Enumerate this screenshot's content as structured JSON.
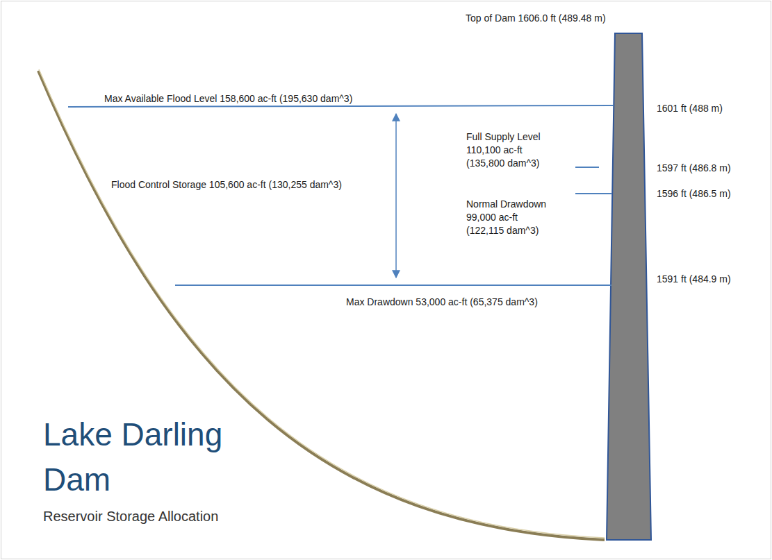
{
  "diagram": {
    "title": "Lake Darling Dam",
    "labels": [
      "Top of Dam 1606.0 ft (489.48 m)",
      "Max Available Flood Level 158,600 ac-ft (195,630 dam^3)",
      "1601 ft (488 m)",
      "Flood Control Storage 105,600 ac-ft (130,255 dam^3)",
      "Full Supply Level 110,100 ac-ft (135,800 dam^3)",
      "1597 ft (486.8 m)",
      "1596 ft (486.5 m)",
      "Normal Drawdown 99,000 ac-ft (122,115 dam^3)",
      "1591 ft (484.9 m)",
      "Max Drawdown 53,000 ac-ft (65,375 dam^3)",
      "Reservoir Storage Allocation"
    ]
  }
}
